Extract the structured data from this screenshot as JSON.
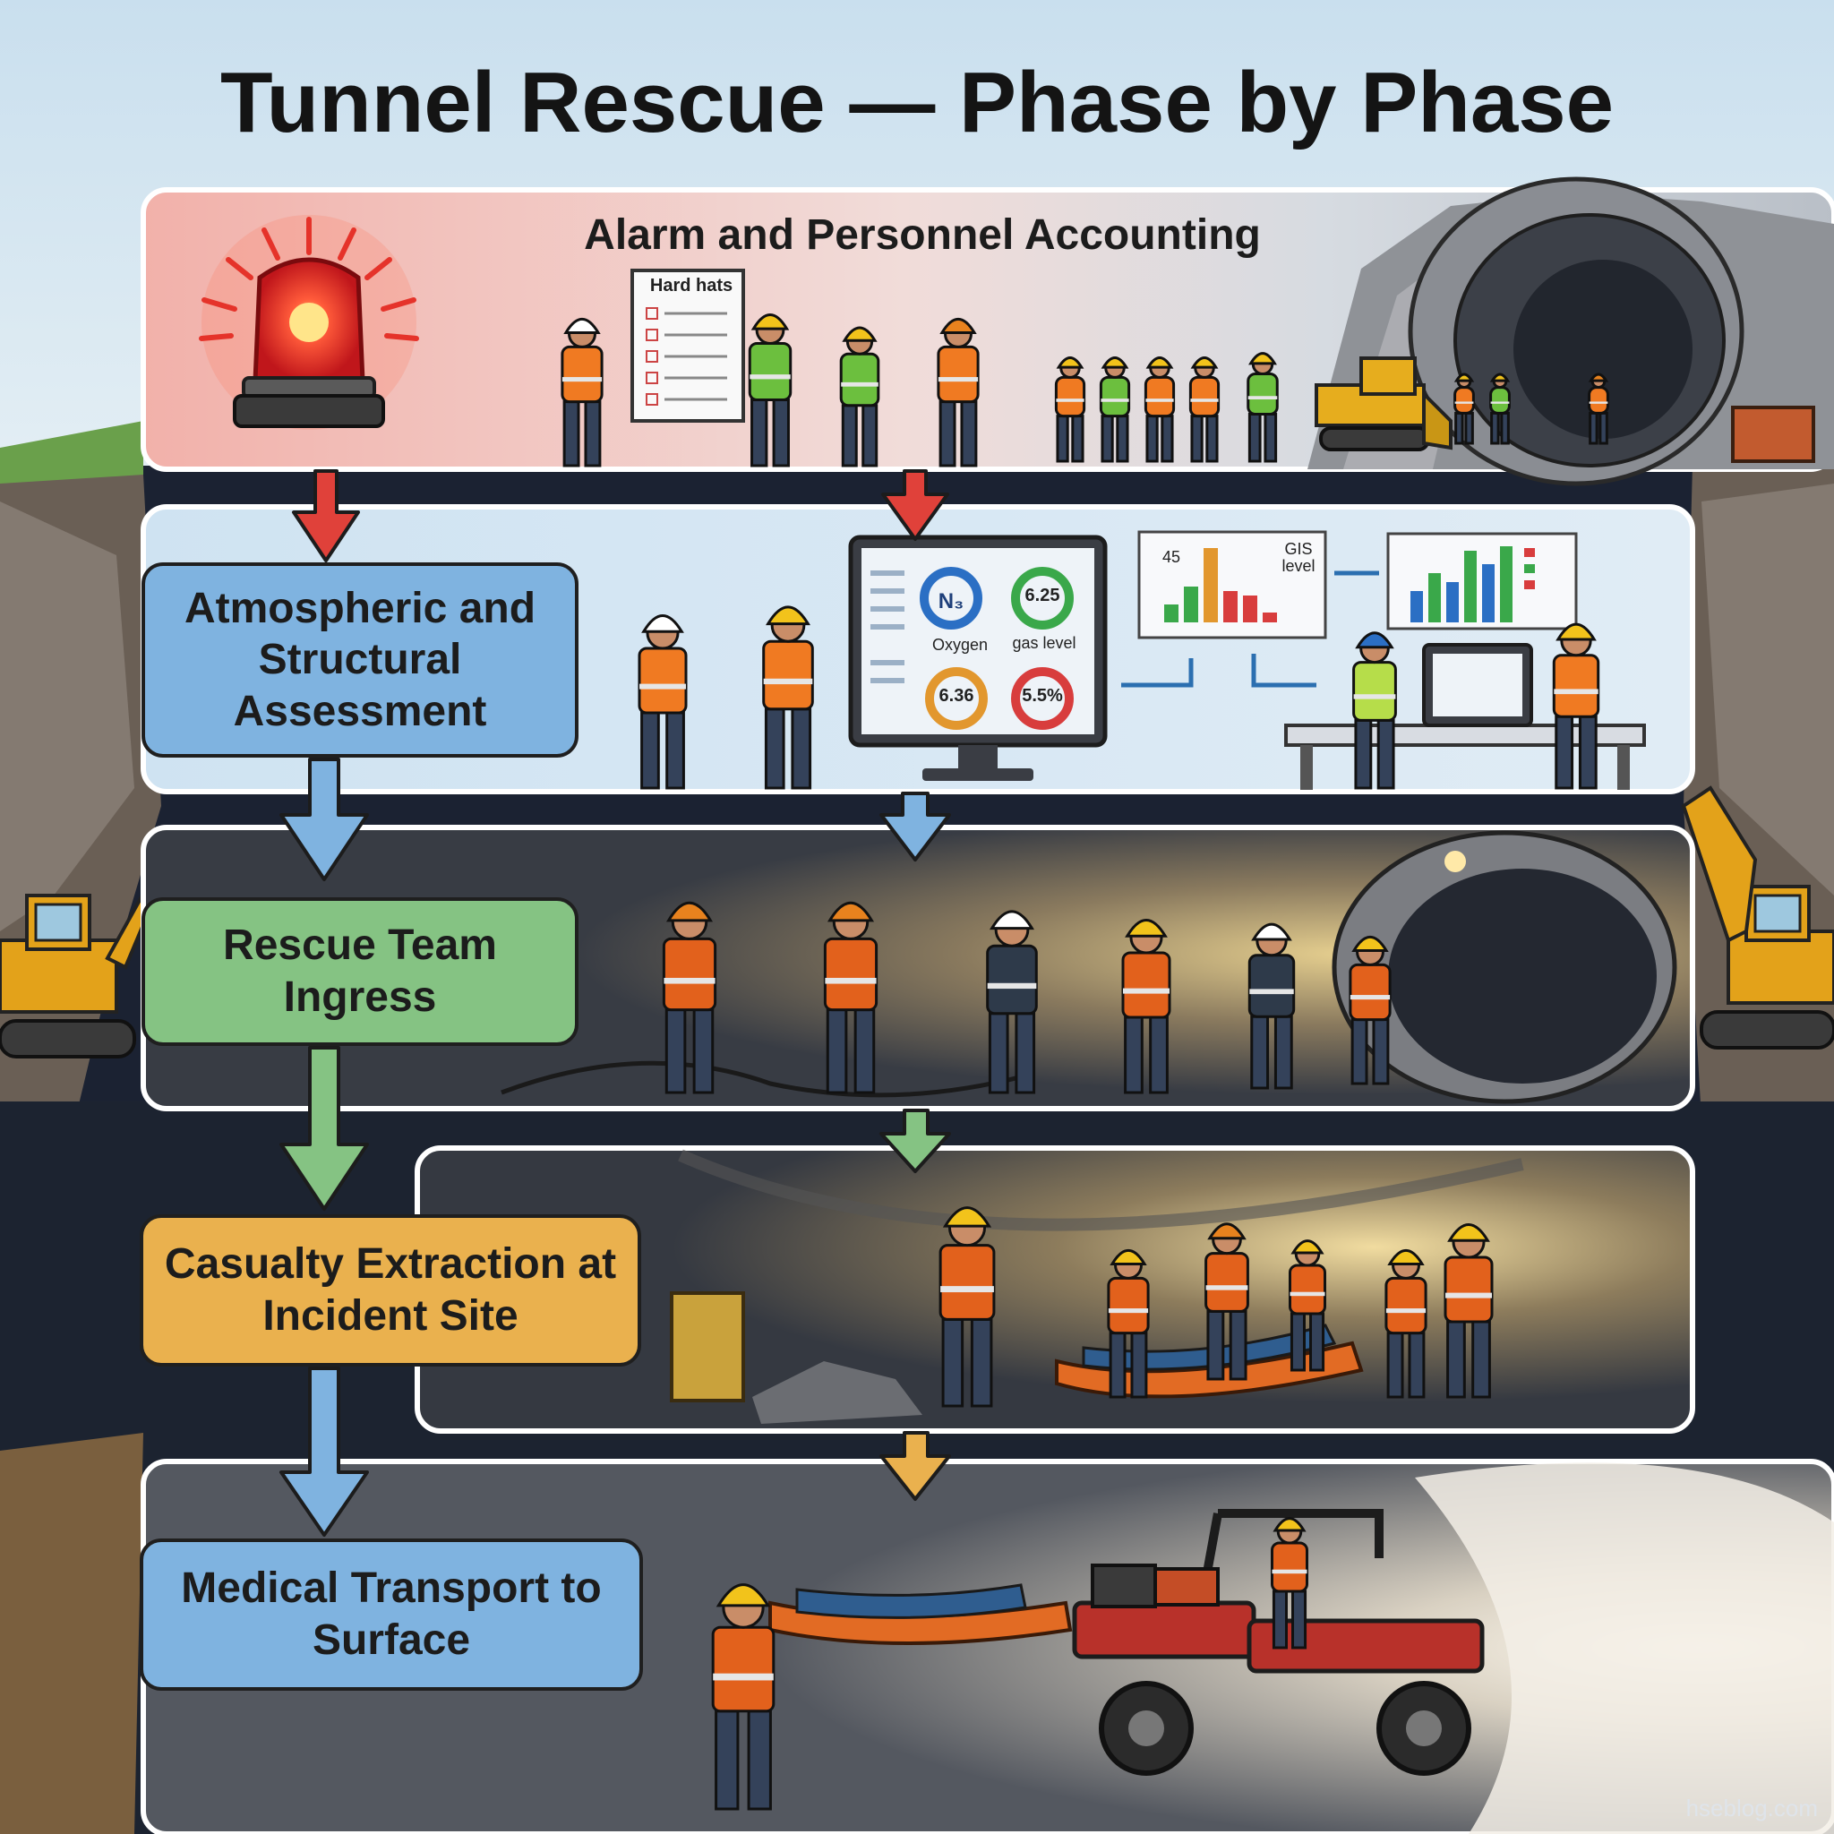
{
  "title": "Tunnel Rescue — Phase by Phase",
  "phases": [
    {
      "label": "Alarm and Personnel Accounting"
    },
    {
      "label": "Atmospheric and Structural Assessment"
    },
    {
      "label": "Rescue Team Ingress"
    },
    {
      "label": "Casualty Extraction at Incident Site"
    },
    {
      "label": "Medical Transport to Surface"
    }
  ],
  "details": {
    "checklist_title": "Hard hats",
    "gauges": [
      {
        "value": "N₃",
        "color": "#2b6fc4"
      },
      {
        "value": "6.25",
        "color": "#3aa84a"
      },
      {
        "value": "6.36",
        "color": "#e2972e"
      },
      {
        "value": "5.5%",
        "color": "#d83d3d"
      }
    ],
    "gauge_labels": {
      "oxygen": "Oxygen",
      "gas": "gas level"
    },
    "chart_tick": "45",
    "chart_note": "GIS level"
  },
  "colors": {
    "alarm": "#f0b7b0",
    "assessment": "#7fb3e0",
    "ingress": "#85c383",
    "extraction": "#eab14e",
    "transport": "#7fb3e0"
  },
  "watermark": "hseblog.com"
}
